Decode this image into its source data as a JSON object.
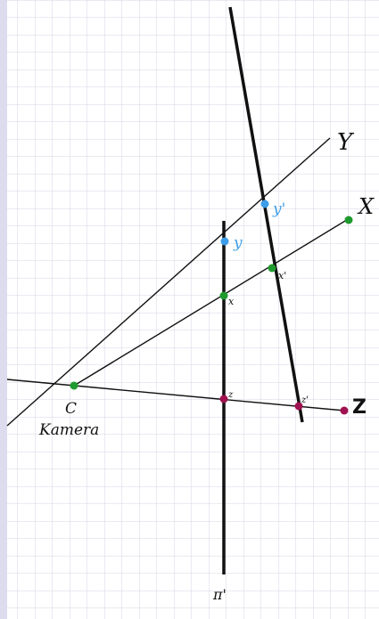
{
  "labels": {
    "y_axis": "Y",
    "x_axis": "X",
    "z_axis": "Z",
    "point_y": "y",
    "point_y_prime": "y'",
    "point_x": "x",
    "point_x_prime": "x'",
    "point_z": "z",
    "point_z_prime": "z'",
    "center": "C",
    "camera": "Kamera",
    "plane_pi_prime": "π'"
  },
  "colors": {
    "background": "#dcdcef",
    "paper": "#ffffff",
    "grid": "#d6d6e6",
    "line": "#111111",
    "green_point": "#1f9a2e",
    "blue_point": "#3d9de8",
    "magenta_point": "#a0124f"
  }
}
